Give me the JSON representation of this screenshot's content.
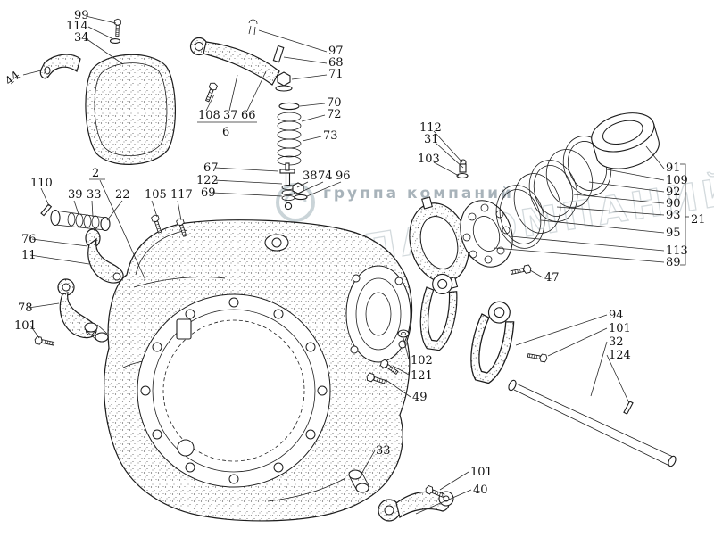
{
  "watermark": {
    "small": "группа компаний",
    "large": "ГРУППА КОМПАНИЙ"
  },
  "labels": [
    "99",
    "114",
    "34",
    "44",
    "97",
    "68",
    "71",
    "70",
    "72",
    "73",
    "108",
    "37",
    "66",
    "6",
    "2",
    "110",
    "39",
    "33",
    "22",
    "105",
    "117",
    "67",
    "122",
    "69",
    "38",
    "74",
    "96",
    "112",
    "31",
    "103",
    "91",
    "109",
    "92",
    "90",
    "93",
    "95",
    "113",
    "89",
    "21",
    "47",
    "76",
    "11",
    "78",
    "101",
    "94",
    "101",
    "32",
    "124",
    "102",
    "121",
    "49",
    "33",
    "101",
    "40"
  ]
}
